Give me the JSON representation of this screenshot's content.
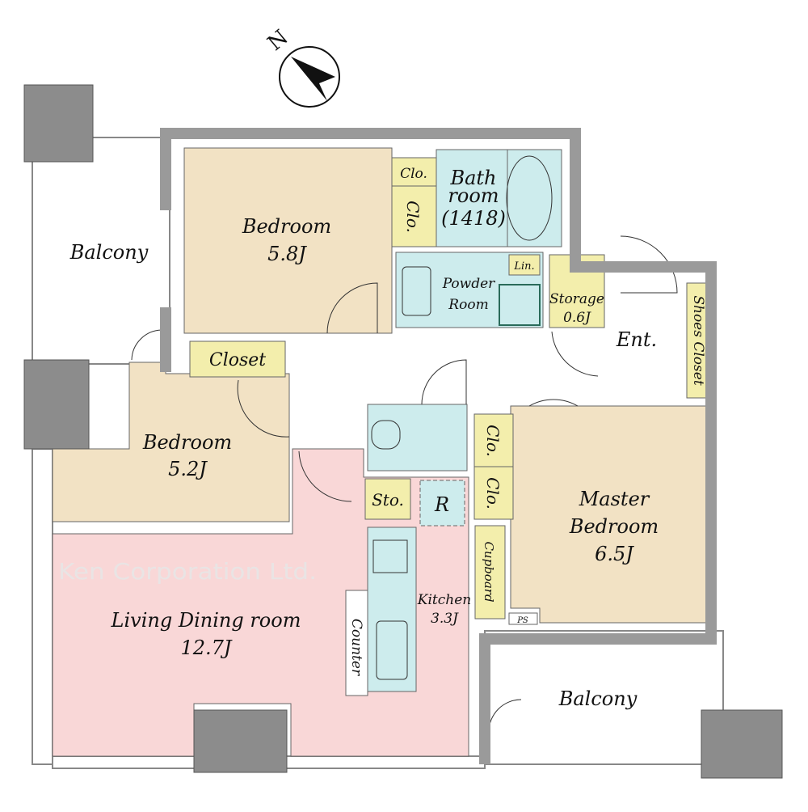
{
  "compass": {
    "label": "N"
  },
  "watermark": "Ken Corporation Ltd.",
  "colors": {
    "bedroom": "#f2e2c4",
    "living": "#f9d7d7",
    "wet": "#cdeced",
    "storage": "#f3eeac",
    "wall": "#9a9a9a"
  },
  "rooms": {
    "bedroom1": {
      "name": "Bedroom",
      "size": "5.8J"
    },
    "bedroom2": {
      "name": "Bedroom",
      "size": "5.2J"
    },
    "master": {
      "name1": "Master",
      "name2": "Bedroom",
      "size": "6.5J"
    },
    "living": {
      "name": "Living Dining room",
      "size": "12.7J"
    },
    "kitchen": {
      "name": "Kitchen",
      "size": "3.3J"
    },
    "bath": {
      "name1": "Bath",
      "name2": "room",
      "size": "(1418)"
    },
    "powder": {
      "name1": "Powder",
      "name2": "Room"
    },
    "storage": {
      "name": "Storage",
      "size": "0.6J"
    },
    "entrance": "Ent.",
    "shoes_closet": "Shoes Closet",
    "closet": "Closet",
    "clo_a": "Clo.",
    "clo_b": "Clo.",
    "clo_c": "Clo.",
    "clo_d": "Clo.",
    "linen": "Lin.",
    "sto": "Sto.",
    "fridge": "R",
    "cupboard": "Cupboard",
    "counter": "Counter",
    "ps": "PS",
    "balcony_left": "Balcony",
    "balcony_bottom": "Balcony"
  }
}
